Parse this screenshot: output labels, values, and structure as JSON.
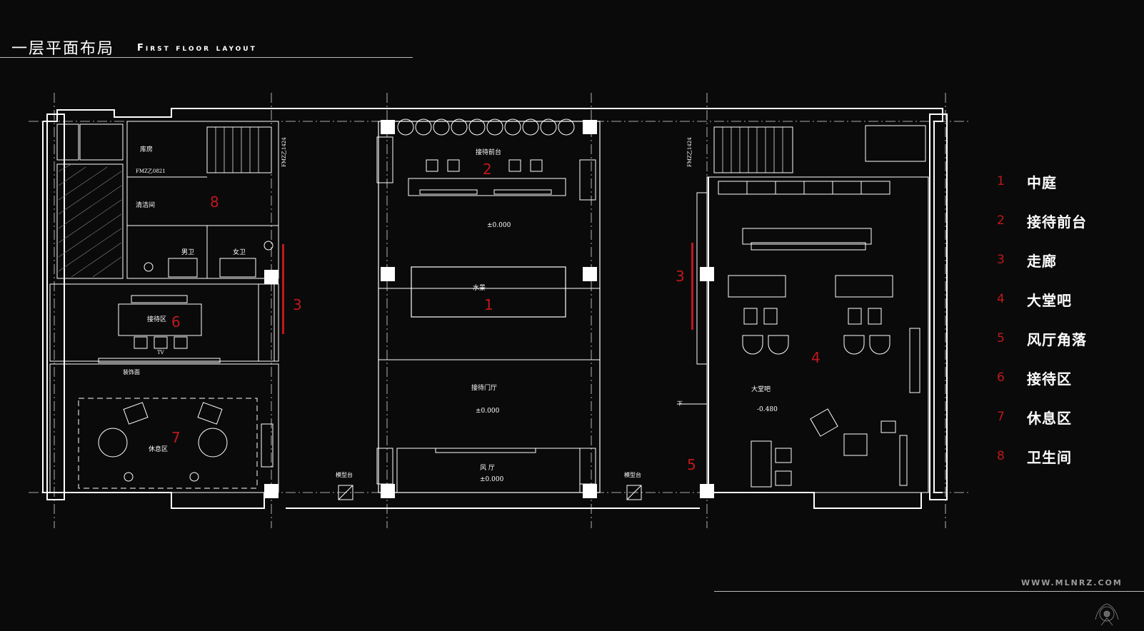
{
  "header": {
    "title_cn": "一层平面布局",
    "title_en": "First floor layout"
  },
  "legend": [
    {
      "num": "1",
      "label": "中庭"
    },
    {
      "num": "2",
      "label": "接待前台"
    },
    {
      "num": "3",
      "label": "走廊"
    },
    {
      "num": "4",
      "label": "大堂吧"
    },
    {
      "num": "5",
      "label": "风厅角落"
    },
    {
      "num": "6",
      "label": "接待区"
    },
    {
      "num": "7",
      "label": "休息区"
    },
    {
      "num": "8",
      "label": "卫生间"
    }
  ],
  "plan": {
    "room_labels": {
      "storeroom": "库房",
      "cleaning": "清洁间",
      "mens_wc": "男卫",
      "womens_wc": "女卫",
      "reception_area": "接待区",
      "decor_wall": "装饰面",
      "tv": "TV",
      "lounge": "休息区",
      "front_desk": "接待前台",
      "water_feature": "水景",
      "entrance_hall": "接待门厅",
      "wind_hall": "风 厅",
      "model_stand_left": "模型台",
      "model_stand_right": "模型台",
      "lobby_bar": "大堂吧",
      "down": "下",
      "door_left": "FMZ乙1424",
      "door_right": "FMZ乙1424",
      "door_store": "FMZ乙0821"
    },
    "levels": {
      "front_desk": "±0.000",
      "entrance_hall": "±0.000",
      "wind_hall": "±0.000",
      "lobby_bar": "-0.480"
    },
    "zone_numbers": {
      "n1": "1",
      "n2": "2",
      "n3_left": "3",
      "n3_right": "3",
      "n4": "4",
      "n5": "5",
      "n6": "6",
      "n7": "7",
      "n8": "8"
    }
  },
  "footer": {
    "website": "WWW.MLNRZ.COM"
  },
  "colors": {
    "background": "#0a0a0a",
    "lines": "#ffffff",
    "accent": "#c0181c"
  }
}
